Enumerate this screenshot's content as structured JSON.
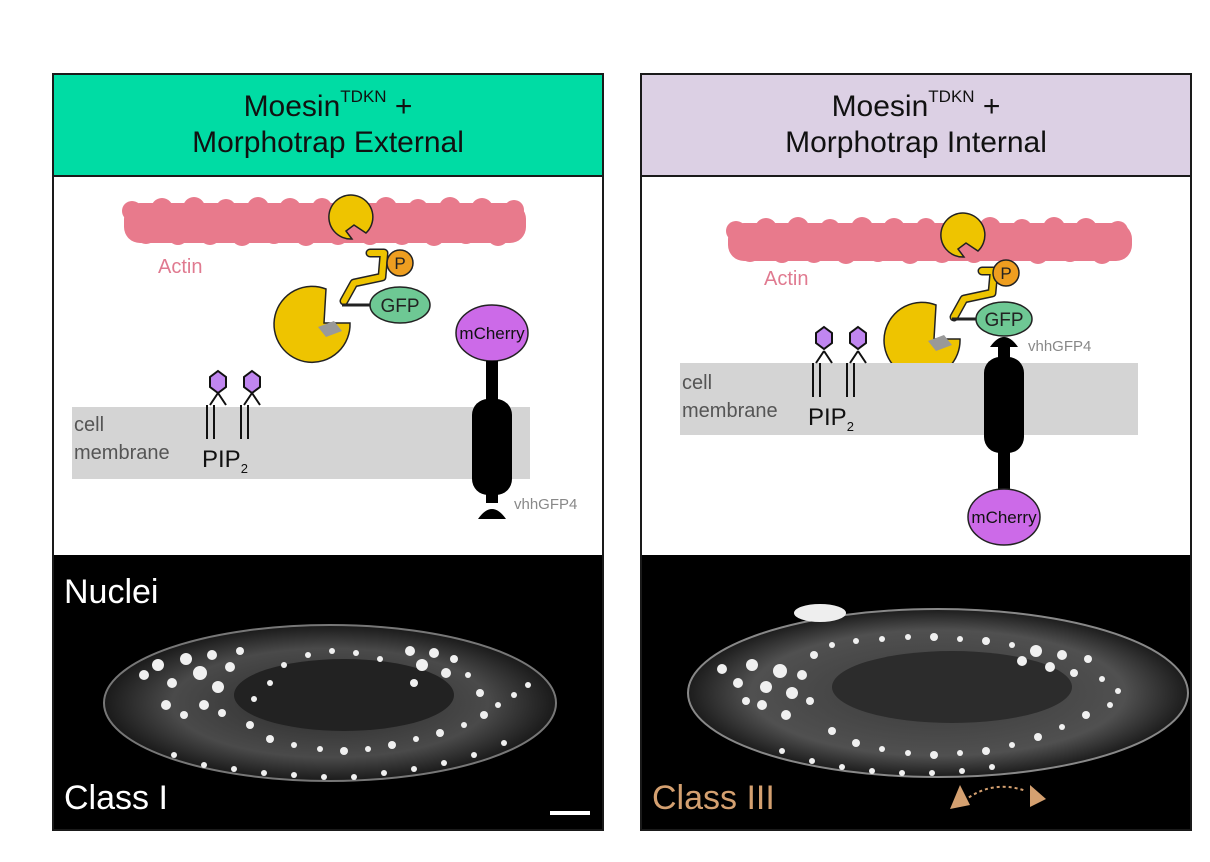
{
  "left": {
    "header_line1": "Moesin",
    "header_sup": "TDKN",
    "header_plus": " +",
    "header_line2": "Morphotrap External",
    "header_color": "#00dca4",
    "labels": {
      "actin": "Actin",
      "phospho": "P",
      "gfp": "GFP",
      "mcherry": "mCherry",
      "membrane_line1": "cell",
      "membrane_line2": "membrane",
      "pip": "PIP",
      "pip_sub": "2",
      "vhh": "vhhGFP4"
    },
    "micro_label_top": "Nuclei",
    "micro_label_bottom": "Class I",
    "class_color": "#ffffff"
  },
  "right": {
    "header_line1": "Moesin",
    "header_sup": "TDKN",
    "header_plus": " +",
    "header_line2": "Morphotrap Internal",
    "header_color": "#dcd0e4",
    "labels": {
      "actin": "Actin",
      "phospho": "P",
      "gfp": "GFP",
      "mcherry": "mCherry",
      "membrane_line1": "cell",
      "membrane_line2": "membrane",
      "pip": "PIP",
      "pip_sub": "2",
      "vhh": "vhhGFP4"
    },
    "micro_label_bottom": "Class III",
    "class_color": "#d4a070"
  },
  "colors": {
    "actin": "#e87a8c",
    "moesin": "#eec400",
    "phospho": "#ee9e20",
    "gfp": "#6ec894",
    "mcherry": "#cc6ae8",
    "pip_head": "#c086f0",
    "membrane": "#d4d4d4",
    "trap": "#000000",
    "arrow": "#d4a070"
  }
}
